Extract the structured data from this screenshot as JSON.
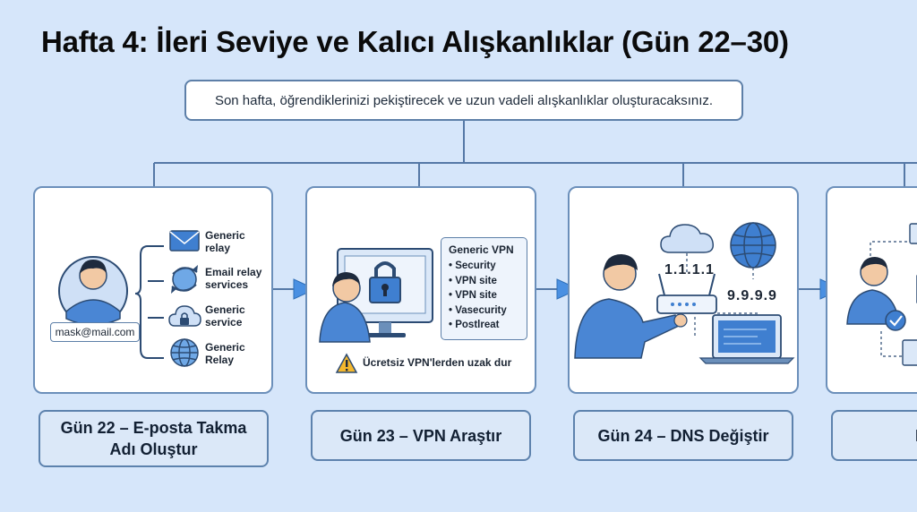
{
  "title": "Hafta 4: İleri Seviye ve Kalıcı Alışkanlıklar (Gün 22–30)",
  "subtitle": "Son hafta, öğrendiklerinizi pekiştirecek ve uzun vadeli alışkanlıklar oluşturacaksınız.",
  "colors": {
    "background": "#d6e6fa",
    "card_border": "#6b8fba",
    "connector": "#5578a6",
    "arrow": "#4a90e2"
  },
  "steps": [
    {
      "label_line1": "Gün 22 – E-posta Takma",
      "label_line2": "Adı Oluştur",
      "email": "mask@mail.com",
      "services": [
        {
          "icon": "envelope-icon",
          "line1": "Generic",
          "line2": "relay"
        },
        {
          "icon": "refresh-icon",
          "line1": "Email relay",
          "line2": "services"
        },
        {
          "icon": "cloud-lock-icon",
          "line1": "Generic",
          "line2": "service"
        },
        {
          "icon": "globe-icon",
          "line1": "Generic",
          "line2": "Relay"
        }
      ]
    },
    {
      "label": "Gün 23 – VPN Araştır",
      "list_title": "Generic VPN",
      "list_items": [
        "Security",
        "VPN site",
        "VPN site",
        "Vasecurity",
        "Postlreat"
      ],
      "warning": "Ücretsiz VPN'lerden uzak dur"
    },
    {
      "label": "Gün 24 – DNS Değiştir",
      "dns_primary": "1.1.1.1",
      "dns_secondary": "9.9.9.9"
    },
    {
      "label": "D"
    }
  ]
}
